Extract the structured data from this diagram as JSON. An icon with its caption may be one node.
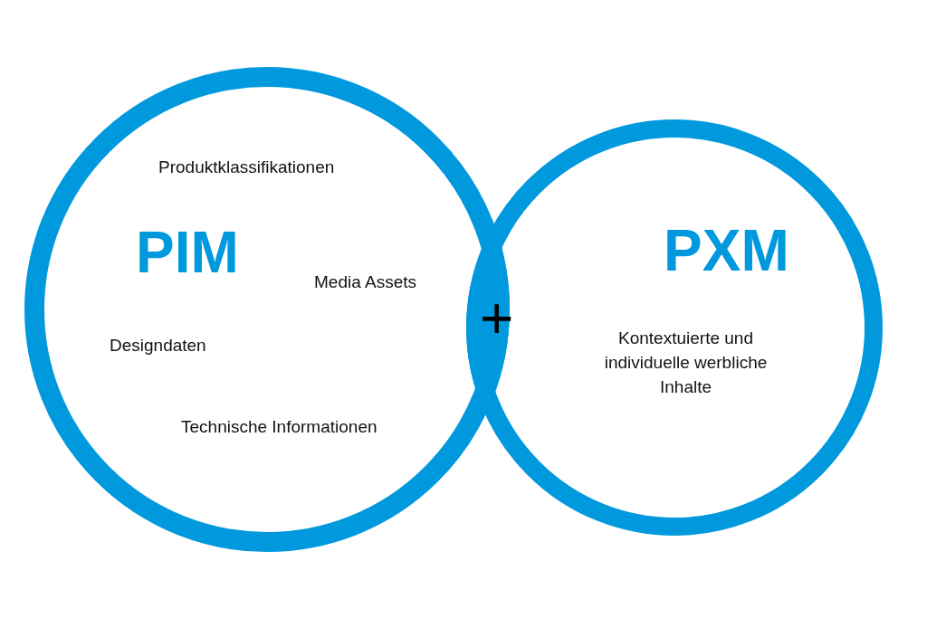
{
  "diagram": {
    "nodes": [
      {
        "text": [
          "Produktklassifikationen",
          "PIM",
          "Media Assets",
          "Designdaten",
          "Technische Informationen"
        ]
      },
      {
        "text": [
          "PXM",
          "Kontextuierte und individuelle werbliche Inhalte"
        ]
      },
      {
        "text": [
          "+"
        ]
      }
    ],
    "edges": []
  }
}
